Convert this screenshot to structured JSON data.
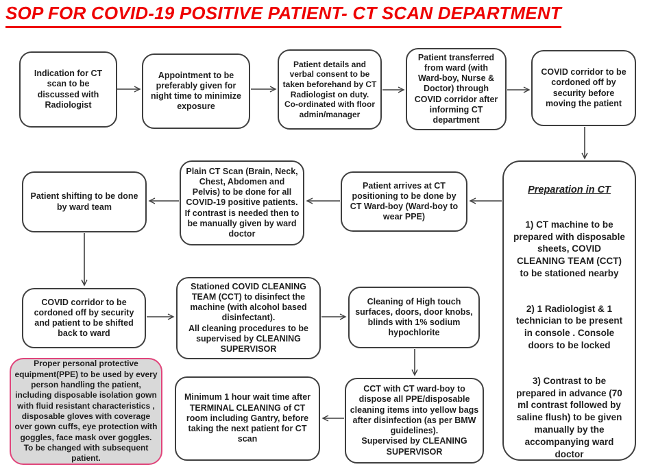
{
  "title": "SOP FOR COVID-19 POSITIVE PATIENT- CT SCAN DEPARTMENT",
  "colors": {
    "title_red": "#ee0000",
    "box_border": "#3f3f3f",
    "text": "#1f1f1f",
    "ppe_border": "#e0457b",
    "ppe_fill": "#d9d9d9"
  },
  "boxes": {
    "indication": "Indication for CT scan to be discussed  with Radiologist",
    "appointment": "Appointment to be preferably given for night time to minimize exposure",
    "consent": "Patient details and verbal consent to be taken beforehand by CT Radiologist on duty.\nCo-ordinated with floor admin/manager",
    "transfer": "Patient transferred from ward (with Ward-boy, Nurse & Doctor) through COVID corridor after informing CT department",
    "corridor_cordon": "COVID corridor to be cordoned off by security before moving the patient",
    "patient_arrives": "Patient arrives at CT positioning to be done by CT Ward-boy (Ward-boy to wear PPE)",
    "plain_ct": "Plain CT Scan (Brain, Neck, Chest, Abdomen and Pelvis) to be done for all COVID-19 positive patients. If contrast is needed then to be manually given by ward doctor",
    "patient_shifting": "Patient shifting to be done by ward team",
    "corridor_back": "COVID corridor to be cordoned off by security and patient to be shifted back to ward",
    "cct_disinfect": "Stationed COVID CLEANING TEAM (CCT) to disinfect the machine (with alcohol based disinfectant).\nAll cleaning procedures to be supervised by CLEANING SUPERVISOR",
    "high_touch": "Cleaning of High touch surfaces, doors, door knobs, blinds with 1% sodium hypochlorite",
    "dispose": "CCT with CT ward-boy to dispose all PPE/disposable cleaning items into yellow bags after disinfection (as per BMW guidelines).\nSupervised by CLEANING SUPERVISOR",
    "wait_time": "Minimum 1 hour wait time after TERMINAL CLEANING of CT room including Gantry,  before taking the next patient for CT scan",
    "ppe_note": "Proper personal protective equipment(PPE) to be used by every person handling the patient, including disposable isolation gown with fluid resistant characteristics , disposable gloves with coverage over gown cuffs, eye protection with goggles, face mask over goggles.\nTo be changed with subsequent patient."
  },
  "preparation": {
    "heading": "Preparation in CT",
    "items": [
      "1) CT machine to be prepared with disposable sheets, COVID CLEANING TEAM (CCT)  to be stationed nearby",
      "2) 1 Radiologist & 1 technician to be present in console . Console doors to be locked",
      "3) Contrast to be prepared in advance (70 ml contrast followed by saline flush) to be given manually by the accompanying  ward doctor"
    ]
  }
}
